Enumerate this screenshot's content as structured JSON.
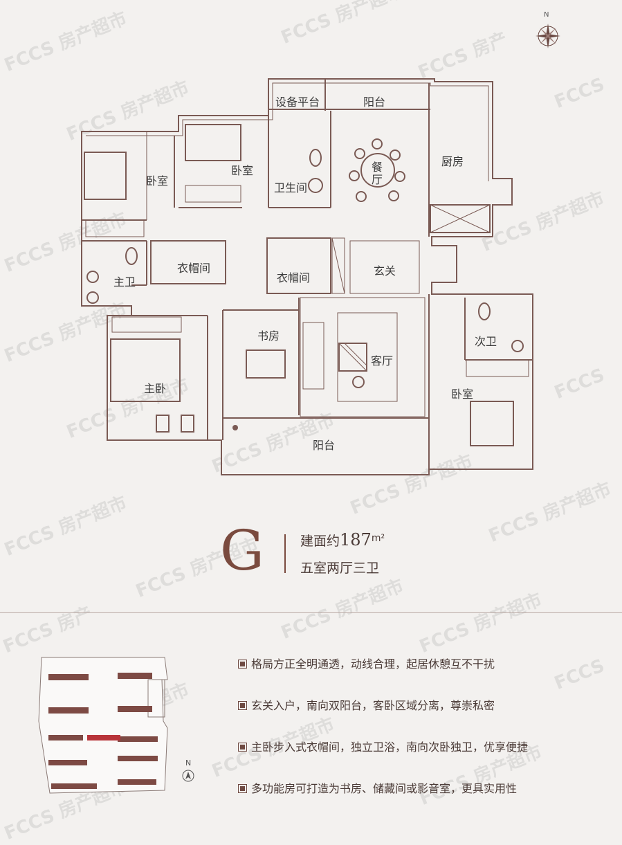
{
  "plan": {
    "type": "G",
    "area_label": "建面约",
    "area_value": "187",
    "area_unit": "m²",
    "layout": "五室两厅三卫",
    "rooms": {
      "equipment_platform": "设备平台",
      "balcony_north": "阳台",
      "bedroom_nw": "卧室",
      "bedroom_n": "卧室",
      "bathroom": "卫生间",
      "dining": "餐",
      "dining2": "厅",
      "kitchen": "厨房",
      "master_bath": "主卫",
      "wardrobe_1": "衣帽间",
      "wardrobe_2": "衣帽间",
      "foyer": "玄关",
      "study": "书房",
      "living": "客厅",
      "second_bath": "次卫",
      "master_bedroom": "主卧",
      "bedroom_se": "卧室",
      "balcony_south": "阳台"
    },
    "compass_label": "N"
  },
  "features": [
    "格局方正全明通透，动线合理，起居休憩互不干扰",
    "玄关入户，南向双阳台，客卧区域分离，尊崇私密",
    "主卧步入式衣帽间，独立卫浴，南向次卧独卫，优享便捷",
    "多功能房可打造为书房、储藏间或影音室，更具实用性"
  ],
  "site_map": {
    "compass_label": "N"
  },
  "colors": {
    "wall": "#7a5a54",
    "accent": "#7a4a3e",
    "highlight_building": "#b8343a",
    "building": "#7d4a44"
  }
}
